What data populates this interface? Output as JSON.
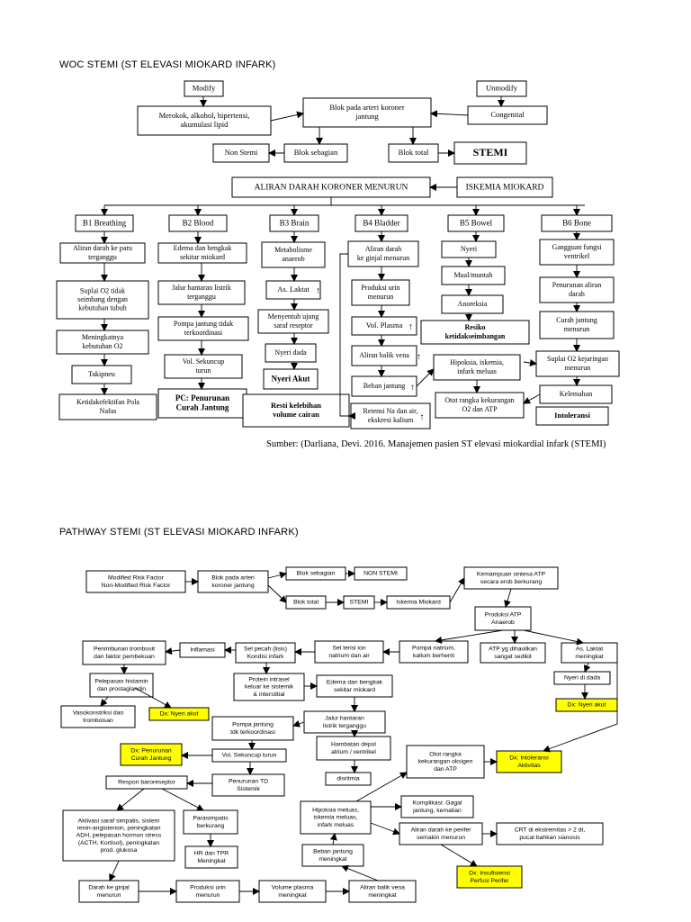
{
  "woc": {
    "title": "WOC STEMI (ST ELEVASI MIOKARD INFARK)",
    "source": "Sumber:  (Darliana, Devi. 2016. Manajemen pasien ST elevasi miokardial infark (STEMI)",
    "nodes": {
      "modify": "Modify",
      "unmodify": "Unmodify",
      "merokok": [
        "Merokok, alkohol, hipertensi,",
        "akumulasi lipid"
      ],
      "blok_koroner": [
        "Blok pada arteri koroner",
        "jantung"
      ],
      "congenital": "Congenital",
      "non_stemi": "Non Stemi",
      "blok_sebagian": "Blok sebagian",
      "blok_total": "Blok total",
      "stemi": "STEMI",
      "aliran": "ALIRAN DARAH KORONER MENURUN",
      "iskemia": "ISKEMIA MIOKARD",
      "b1": "B1 Breathing",
      "b2": "B2 Blood",
      "b3": "B3 Brain",
      "b4": "B4 Bladder",
      "b5": "B5 Bowel",
      "b6": "B6 Bone",
      "b1_1": [
        "Aliran darah ke paru",
        "terganggu"
      ],
      "b1_2": [
        "Suplai O2 tidak",
        "seimbang dengan",
        "kebutuhan tubuh"
      ],
      "b1_3": [
        "Meningkatnya",
        "kebutuhan O2"
      ],
      "b1_4": "Takipneu",
      "b1_5": [
        "Ketidakefektifan Pola",
        "Nafas"
      ],
      "b2_1": [
        "Edema dan bengkak",
        "sekitar miokard"
      ],
      "b2_2": [
        "Jalur hantaran listrik",
        "terganggu"
      ],
      "b2_3": [
        "Pompa jantung tidak",
        "terkoordinasi"
      ],
      "b2_4": [
        "Vol. Sekuncup",
        "turun"
      ],
      "b2_5": [
        "PC: Penurunan",
        "Curah Jantung"
      ],
      "b3_1": [
        "Metabolisme",
        "anaerob"
      ],
      "b3_2": "As. Laktat",
      "b3_3": [
        "Menyentuh ujung",
        "saraf reseptor"
      ],
      "b3_4": "Nyeri dada",
      "b3_5": "Nyeri Akut",
      "b3_6": [
        "Resti kelebihan",
        "volume cairan"
      ],
      "b4_1": [
        "Aliran darah",
        "ke ginjal menurun"
      ],
      "b4_2": [
        "Produksi urin",
        "menurun"
      ],
      "b4_3": "Vol. Plasma",
      "b4_4": "Aliran balik vena",
      "b4_5": "Beban jantung",
      "b4_6": [
        "Retensi Na dan air,",
        "ekskresi kalium"
      ],
      "b5_1": "Nyeri",
      "b5_2": "Mual/muntah",
      "b5_3": "Anoreksia",
      "b5_4": [
        "Resiko",
        "ketidakseimbangan"
      ],
      "b5_5": [
        "Hipoksia, iskemia,",
        "infark meluas"
      ],
      "b5_6": [
        "Otot rangka kekurangan",
        "O2 dan ATP"
      ],
      "b6_1": [
        "Gangguan fungsi",
        "ventrikel"
      ],
      "b6_2": [
        "Penurunan aliran",
        "darah"
      ],
      "b6_3": [
        "Curah jantung",
        "menurun"
      ],
      "b6_4": [
        "Suplai O2 kejaringan",
        "menurun"
      ],
      "b6_5": "Kelemahan",
      "b6_6": "Intoleransi"
    }
  },
  "pathway": {
    "title": "PATHWAY STEMI (ST ELEVASI MIOKARD INFARK)",
    "highlight_color": "#ffff00",
    "nodes": {
      "risk": [
        "Modified Risk Factor",
        "Non-Modified Risk Factor"
      ],
      "blok_koroner": [
        "Blok pada arteri",
        "koroner jantung"
      ],
      "blok_sebagian": "Blok sebagian",
      "non_stemi": "NON STEMI",
      "kemampuan": [
        "Kemampuan sintesa ATP",
        "secara erob berkurang"
      ],
      "blok_total": "Blok total",
      "stemi": "STEMI",
      "iskemia": "Iskemia Miokard",
      "atp_anaerob": [
        "Produksi ATP",
        "Anaerob"
      ],
      "penimbunan": [
        "Penimbunan trombosit",
        "dan faktor pembekuan"
      ],
      "inflamasi": "Inflamasi",
      "sel_pecah": [
        "Sel pecah (lisis)",
        "Kondisi infark"
      ],
      "sel_terisi": [
        "Sel terisi ion",
        "natrium dan air"
      ],
      "pompa_natrium": [
        "Pompa natrium,",
        "kalium berhenti"
      ],
      "atp_sedikit": [
        "ATP yg dihasilkan",
        "sangat sedikit"
      ],
      "as_laktat": [
        "As. Laktat",
        "meningkat"
      ],
      "pelepasan": [
        "Pelepasan histamin",
        "dan prostaglandin"
      ],
      "protein": [
        "Protein intrasel",
        "keluar ke sistemik",
        "& interstitial"
      ],
      "edema": [
        "Edema dan bengkak",
        "sekitar miokard"
      ],
      "nyeri_dada": "Nyeri di dada",
      "vasokonstriksi": [
        "Vasokonstriksi dan",
        "tromboisan"
      ],
      "dx_nyeri1": "Dx: Nyeri akut",
      "jalur": [
        "Jalur hantaran",
        "listrik terganggu"
      ],
      "dx_nyeri2": "Dx: Nyeri akut",
      "pompa_jantung": [
        "Pompa jantung",
        "tdk terkoordinasi"
      ],
      "dx_curah": [
        "Dx: Penurunan",
        "Curah Jantung"
      ],
      "vol_sekuncup": "Vol. Sekuncup turun",
      "hambatan": [
        "Hambatan depol",
        "atrium / ventrikel"
      ],
      "otot_rangka": [
        "Otot rangka",
        "kekurangan oksigen",
        "dan ATP"
      ],
      "dx_intoleransi": [
        "Dx: Intoleransi",
        "Aktivitas"
      ],
      "respon": "Respon baroreseptor",
      "penurunan_td": [
        "Penurunan TD",
        "Sistemik"
      ],
      "disritmia": "disritmia",
      "aktivasi": [
        "Aktivasi saraf simpatis, sistem",
        "renin-angiotensin, peningkatan",
        "ADH, pelepasan hormon stress",
        "(ACTH, Kortisol), peningkatan",
        "prod. glukosa"
      ],
      "parasimpatis": [
        "Parasimpatis",
        "berkurang"
      ],
      "hipoksia": [
        "Hipoksia meluas,",
        "iskemia meluas,",
        "infark meluas"
      ],
      "komplikasi": [
        "Komplikasi: Gagal",
        "jantung, kematian"
      ],
      "aliran_perifer": [
        "Aliran darah ke perifer",
        "semakin menurun"
      ],
      "crt": [
        "CRT di ekstremitas > 2 dt,",
        "pucat bahkan sianosis"
      ],
      "hr_tpr": [
        "HR dan TPR",
        "Meningkat"
      ],
      "beban_jantung": [
        "Beban jantung",
        "meningkat"
      ],
      "dx_perfusi": [
        "Dx: Insufisiensi",
        "Perfusi Perifer"
      ],
      "darah_ginjal": [
        "Darah ke ginjal",
        "menurun"
      ],
      "produksi_urin": [
        "Produksi urin",
        "menurun"
      ],
      "volume_plasma": [
        "Volume plasma",
        "meningkat"
      ],
      "aliran_balik": [
        "Aliran balik vena",
        "meningkat"
      ]
    }
  }
}
